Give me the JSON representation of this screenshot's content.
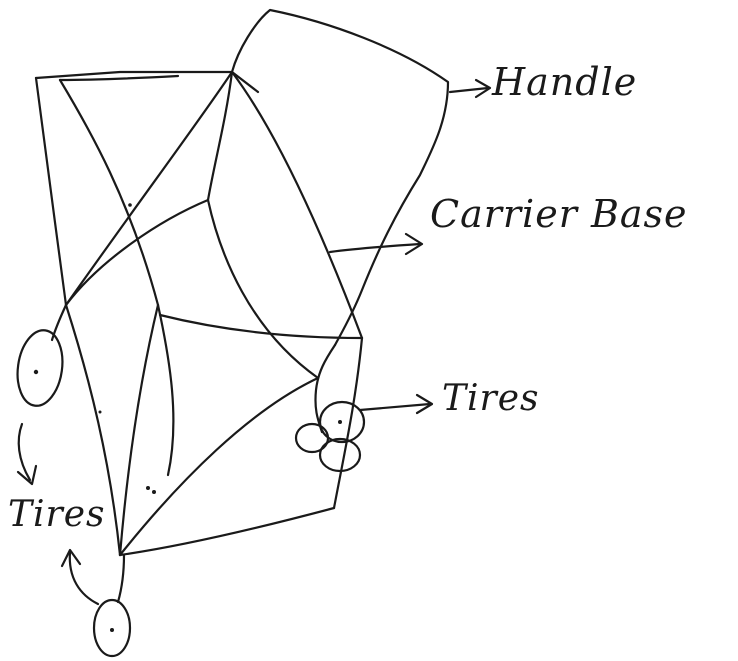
{
  "labels": {
    "handle": "Handle",
    "carrier_base": "Carrier Base",
    "tires_right": "Tires",
    "tires_left": "Tires"
  },
  "colors": {
    "ink": "#1a1a1a",
    "background": "#ffffff"
  }
}
